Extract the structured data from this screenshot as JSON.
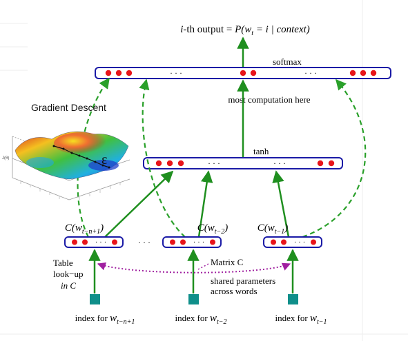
{
  "colors": {
    "layer_border": "#1a1aa6",
    "neuron": "#e8141a",
    "arrow_green": "#1f8f1f",
    "dashed_green": "#2aa02a",
    "shared_dotted": "#a020a0",
    "index_box": "#0f8f8a"
  },
  "output_label": {
    "prefix": "i",
    "middle": "-th output = ",
    "expr": "P(w",
    "sub": "t",
    "rest": " = i | context)"
  },
  "softmax_label": "softmax",
  "tanh_label": "tanh",
  "most_computation_label": "most  computation here",
  "gradient_descent_label": "Gradient Descent",
  "epsilon_label": "ε",
  "ellipsis": "· · ·",
  "between_ellipsis": "· · ·",
  "embedding_labels": [
    {
      "base": "C(w",
      "sub": "t−n+1",
      "tail": ")"
    },
    {
      "base": "C(w",
      "sub": "t−2",
      "tail": ")"
    },
    {
      "base": "C(w",
      "sub": "t−1",
      "tail": ")"
    }
  ],
  "index_labels": [
    {
      "base": "index for ",
      "w": "w",
      "sub": "t−n+1"
    },
    {
      "base": "index for ",
      "w": "w",
      "sub": "t−2"
    },
    {
      "base": "index for ",
      "w": "w",
      "sub": "t−1"
    }
  ],
  "table_lookup_lines": [
    "Table",
    "look−up",
    "in C"
  ],
  "matrix_label": "Matrix C",
  "shared_lines": [
    "shared parameters",
    "across words"
  ],
  "surface_axis_label": "J(θ)"
}
